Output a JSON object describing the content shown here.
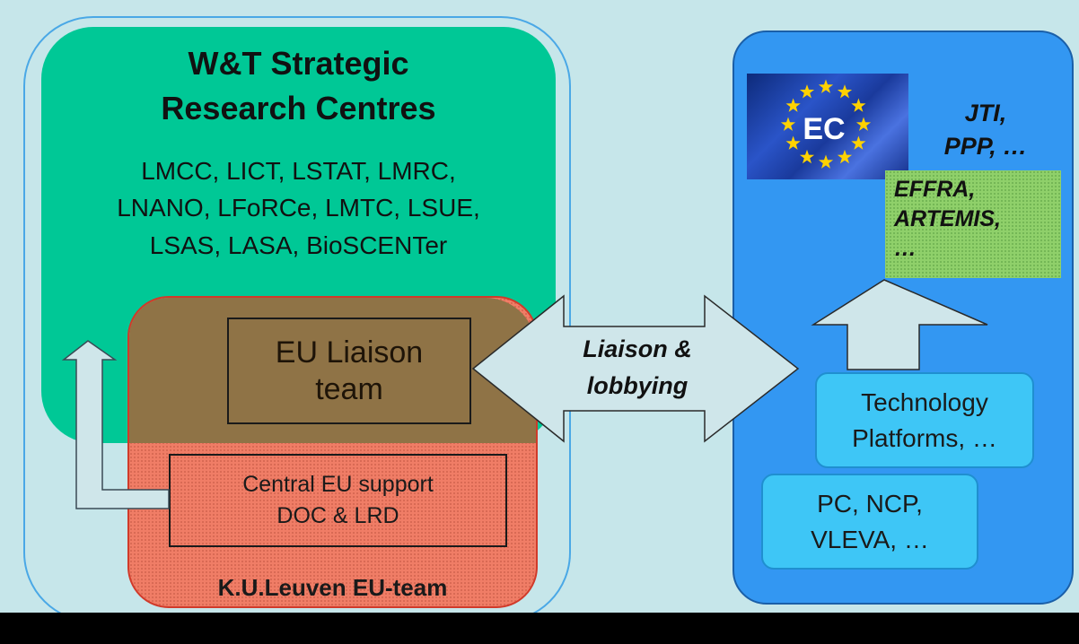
{
  "research_centres": {
    "title_line1": "W&T Strategic",
    "title_line2": "Research Centres",
    "list_line1": "LMCC, LICT, LSTAT,  LMRC,",
    "list_line2": "LNANO, LFoRCe, LMTC, LSUE,",
    "list_line3": "LSAS, LASA, BioSCENTer"
  },
  "eu_liaison_team": {
    "line1": "EU Liaison",
    "line2": "team"
  },
  "central_support": {
    "line1": "Central EU support",
    "line2": "DOC & LRD"
  },
  "kul_team": {
    "title": "K.U.Leuven EU-team"
  },
  "liaison_arrow": {
    "line1": "Liaison &",
    "line2": "lobbying"
  },
  "ec_panel": {
    "flag_label": "EC",
    "jti_line1": "JTI,",
    "jti_line2": "PPP, …",
    "effra_line1": "EFFRA,",
    "effra_line2": "ARTEMIS,",
    "effra_line3": "…",
    "tp_line1": "Technology",
    "tp_line2": "Platforms, …",
    "pc_line1": "PC, NCP,",
    "pc_line2": "VLEVA, …"
  },
  "colors": {
    "background": "#c6e6ea",
    "research_centres_fill": "#00c896",
    "kul_team_fill": "#f07d66",
    "overlap_fill": "#8f7346",
    "ec_panel_fill": "#3397f2",
    "effra_fill": "#8fd06a",
    "platform_fill": "#3ec6f6",
    "arrow_fill": "#cfe6ea",
    "flag_star": "#ffd200"
  },
  "icons": {
    "flag": "eu-flag-icon",
    "arrow_double": "double-arrow-icon",
    "arrow_up": "up-arrow-icon",
    "arrow_bent": "bent-up-arrow-icon"
  }
}
